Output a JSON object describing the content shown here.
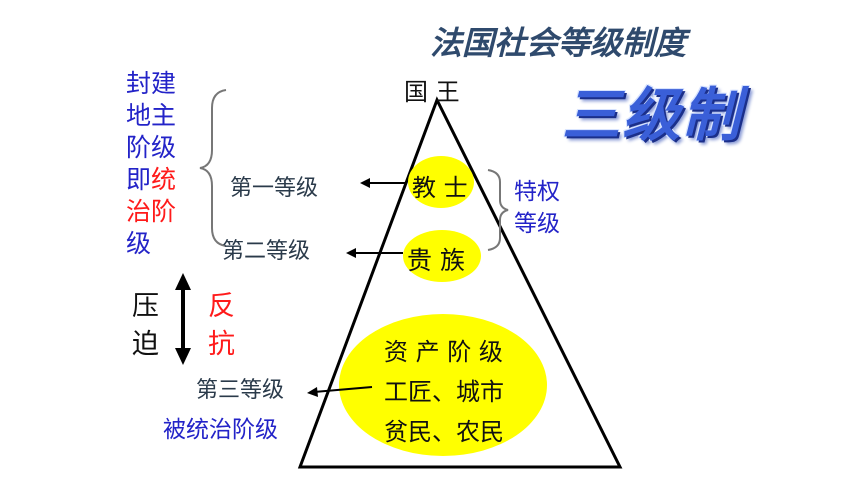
{
  "title": "法国社会等级制度",
  "subtitle": "三级制",
  "king": "国 王",
  "left_group": {
    "part1": "封建地主阶级即",
    "part2": "统治阶",
    "part3": "级"
  },
  "oppress": "压迫",
  "resist": "反抗",
  "levels": {
    "first": "第一等级",
    "second": "第二等级",
    "third": "第三等级"
  },
  "inside": {
    "clergy": "教 士",
    "nobility": "贵 族",
    "third_lines": [
      "资 产 阶 级",
      "工匠、城市",
      "贫民、农民"
    ]
  },
  "privileged": "特权等级",
  "ruled": "被统治阶级",
  "colors": {
    "ellipse": "#ffff00",
    "blue": "#2323c8",
    "red": "#ff1a1a",
    "title": "#2f4a6d"
  }
}
